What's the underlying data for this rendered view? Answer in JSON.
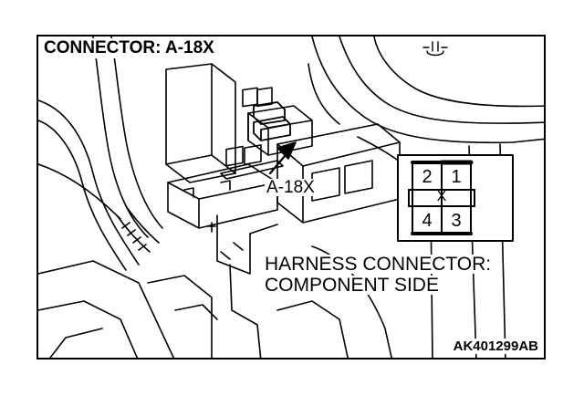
{
  "title": "CONNECTOR: A-18X",
  "callout_label": "A-18X",
  "harness_label": {
    "line1": "HARNESS CONNECTOR:",
    "line2": "COMPONENT SIDE"
  },
  "figure_code": "AK401299AB",
  "connector": {
    "pins": [
      "1",
      "2",
      "3",
      "4"
    ],
    "center_mark": "X"
  },
  "icons": {
    "ground_symbol": "ground-symbol-icon",
    "arrow": "callout-arrow-icon"
  },
  "colors": {
    "line": "#000000",
    "background": "#ffffff"
  }
}
